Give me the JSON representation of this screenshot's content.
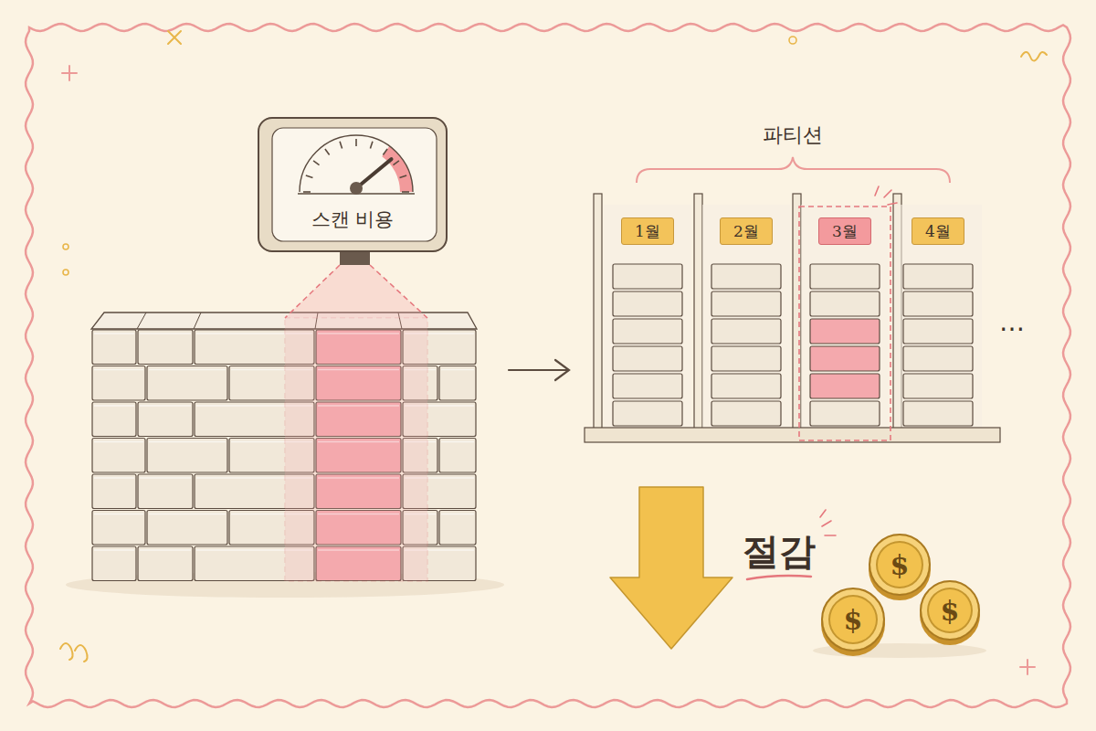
{
  "diagram": {
    "nodes": [
      {
        "text": [
          "스캔 비용"
        ]
      },
      {
        "text": [
          "1월"
        ]
      },
      {
        "text": [
          "2월"
        ]
      },
      {
        "text": [
          "3월"
        ]
      },
      {
        "text": [
          "4월"
        ]
      },
      {
        "text": [
          "$"
        ]
      },
      {
        "text": [
          "$"
        ]
      },
      {
        "text": [
          "$"
        ]
      }
    ],
    "labels": [
      "파티션",
      "…",
      "절감"
    ]
  }
}
